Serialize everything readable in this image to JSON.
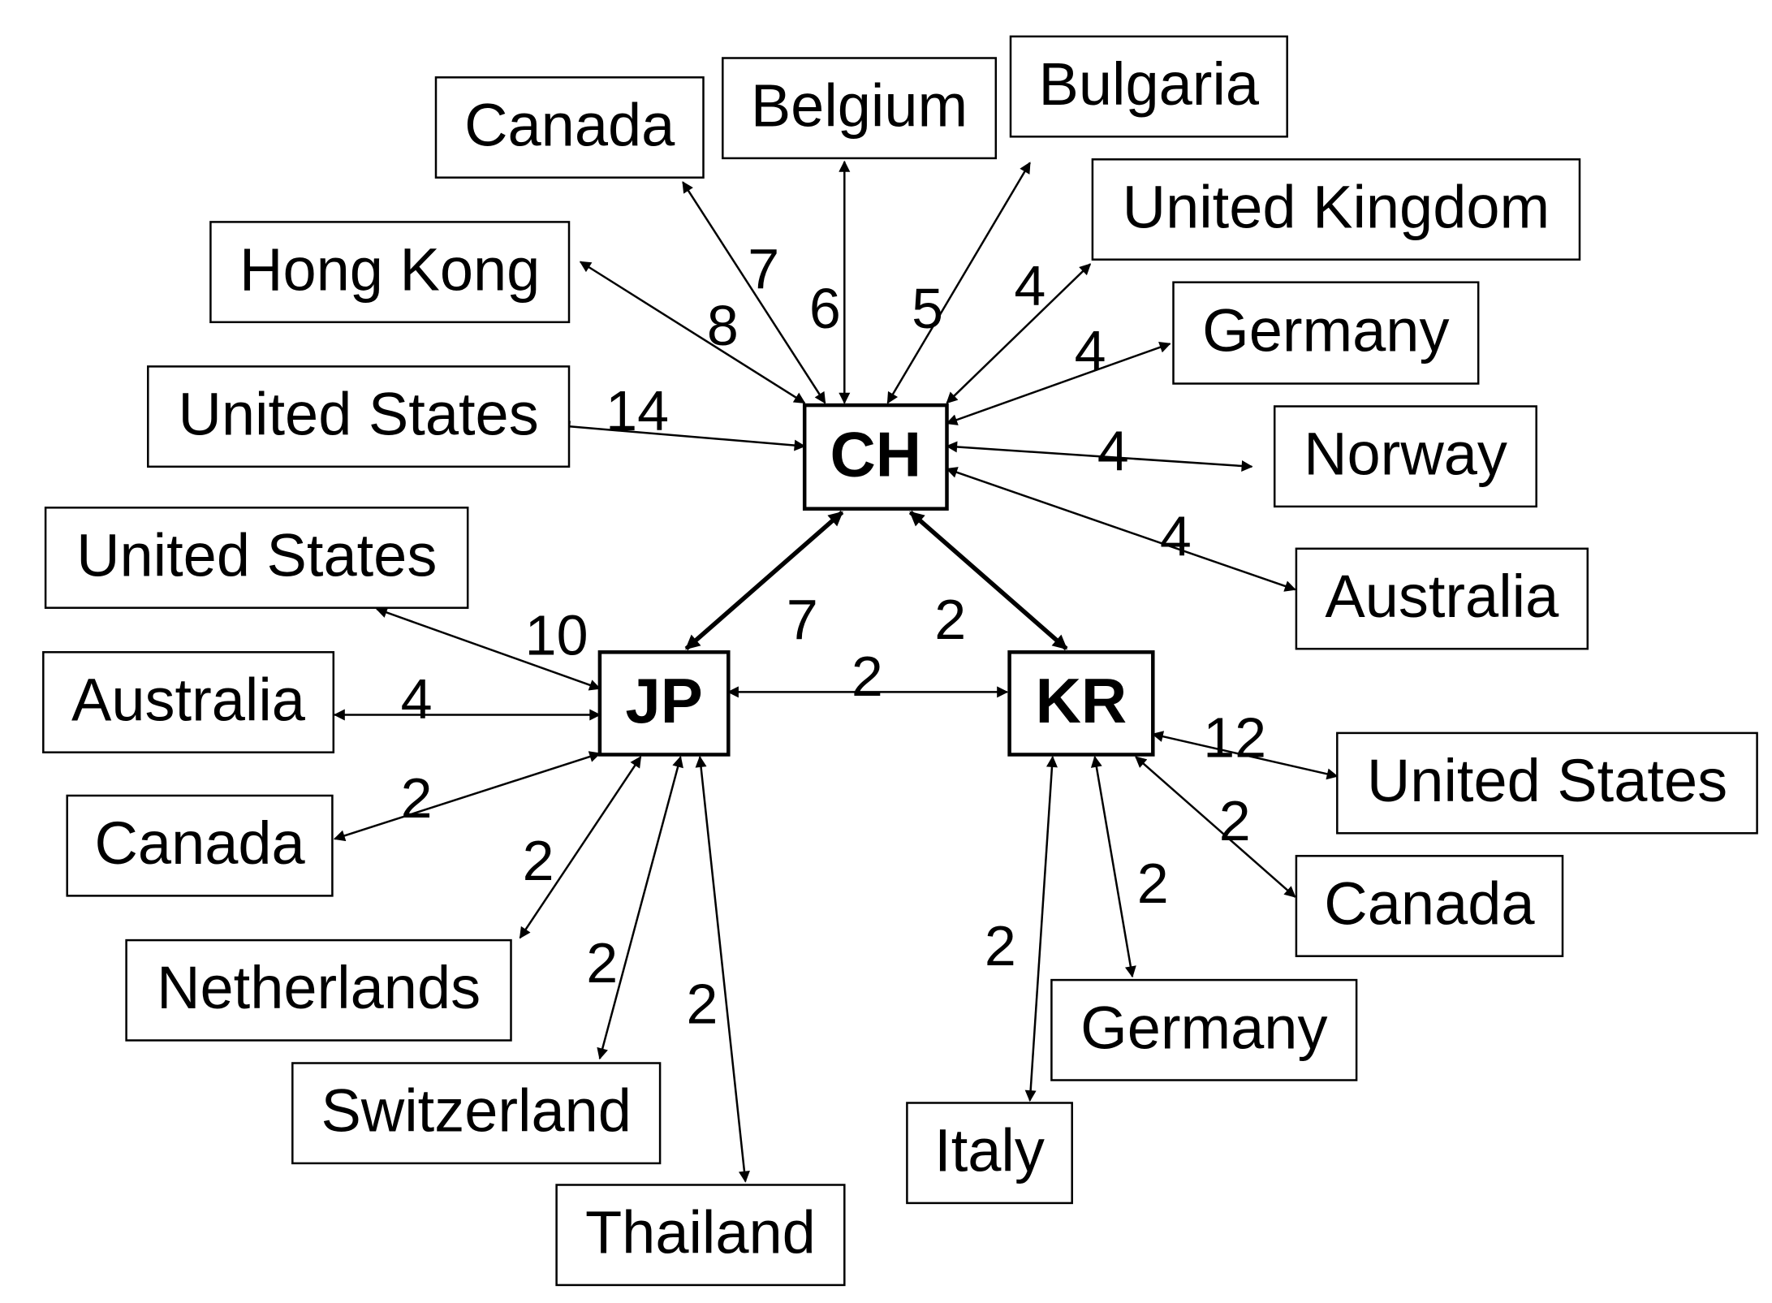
{
  "nodes": [
    {
      "id": "CH",
      "label": "CH",
      "hub": true
    },
    {
      "id": "JP",
      "label": "JP",
      "hub": true
    },
    {
      "id": "KR",
      "label": "KR",
      "hub": true
    },
    {
      "id": "ch_canada",
      "label": "Canada"
    },
    {
      "id": "ch_belgium",
      "label": "Belgium"
    },
    {
      "id": "ch_bulgaria",
      "label": "Bulgaria"
    },
    {
      "id": "ch_uk",
      "label": "United Kingdom"
    },
    {
      "id": "ch_hongkong",
      "label": "Hong Kong"
    },
    {
      "id": "ch_germany",
      "label": "Germany"
    },
    {
      "id": "ch_us",
      "label": "United States"
    },
    {
      "id": "ch_norway",
      "label": "Norway"
    },
    {
      "id": "ch_australia",
      "label": "Australia"
    },
    {
      "id": "jp_us",
      "label": "United States"
    },
    {
      "id": "jp_australia",
      "label": "Australia"
    },
    {
      "id": "jp_canada",
      "label": "Canada"
    },
    {
      "id": "jp_netherlands",
      "label": "Netherlands"
    },
    {
      "id": "jp_switzerland",
      "label": "Switzerland"
    },
    {
      "id": "jp_thailand",
      "label": "Thailand"
    },
    {
      "id": "kr_us",
      "label": "United States"
    },
    {
      "id": "kr_canada",
      "label": "Canada"
    },
    {
      "id": "kr_germany",
      "label": "Germany"
    },
    {
      "id": "kr_italy",
      "label": "Italy"
    }
  ],
  "edges": [
    {
      "from": "CH",
      "to": "ch_canada",
      "value": "7"
    },
    {
      "from": "CH",
      "to": "ch_belgium",
      "value": "6"
    },
    {
      "from": "CH",
      "to": "ch_bulgaria",
      "value": "5"
    },
    {
      "from": "CH",
      "to": "ch_uk",
      "value": "4"
    },
    {
      "from": "CH",
      "to": "ch_hongkong",
      "value": "8"
    },
    {
      "from": "CH",
      "to": "ch_germany",
      "value": "4"
    },
    {
      "from": "CH",
      "to": "ch_us",
      "value": "14"
    },
    {
      "from": "CH",
      "to": "ch_norway",
      "value": "4"
    },
    {
      "from": "CH",
      "to": "ch_australia",
      "value": "4"
    },
    {
      "from": "CH",
      "to": "JP",
      "value": "7"
    },
    {
      "from": "CH",
      "to": "KR",
      "value": "2"
    },
    {
      "from": "JP",
      "to": "KR",
      "value": "2"
    },
    {
      "from": "JP",
      "to": "jp_us",
      "value": "10"
    },
    {
      "from": "JP",
      "to": "jp_australia",
      "value": "4"
    },
    {
      "from": "JP",
      "to": "jp_canada",
      "value": "2"
    },
    {
      "from": "JP",
      "to": "jp_netherlands",
      "value": "2"
    },
    {
      "from": "JP",
      "to": "jp_switzerland",
      "value": "2"
    },
    {
      "from": "JP",
      "to": "jp_thailand",
      "value": "2"
    },
    {
      "from": "KR",
      "to": "kr_us",
      "value": "12"
    },
    {
      "from": "KR",
      "to": "kr_canada",
      "value": "2"
    },
    {
      "from": "KR",
      "to": "kr_germany",
      "value": "2"
    },
    {
      "from": "KR",
      "to": "kr_italy",
      "value": "2"
    }
  ]
}
